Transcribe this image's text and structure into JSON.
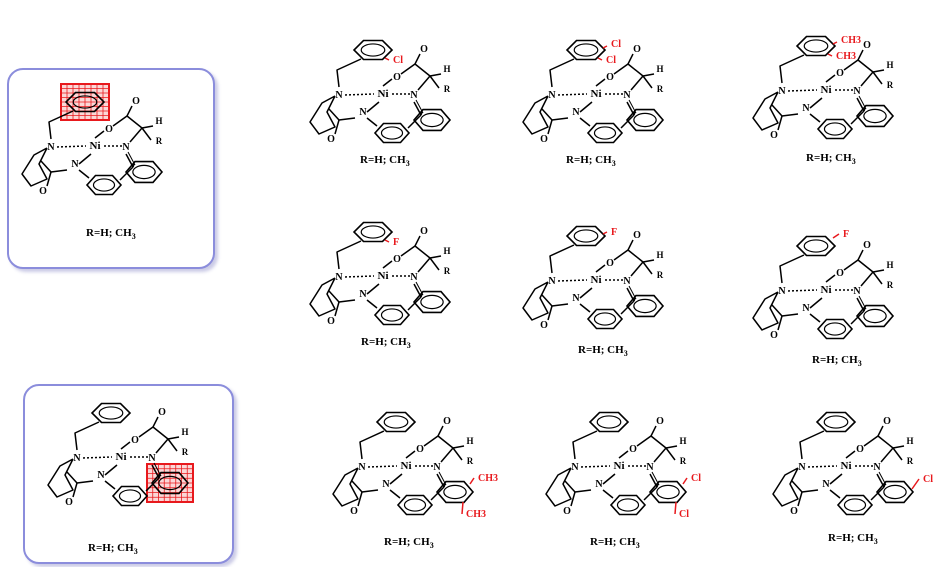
{
  "atoms": {
    "ni": "Ni",
    "n": "N",
    "o": "O",
    "h": "H",
    "r": "R"
  },
  "caption": {
    "main": "R=H; CH",
    "sub": "3"
  },
  "templates": [
    {
      "id": "tpl-1",
      "highlight": "benzyl-ring"
    },
    {
      "id": "tpl-2",
      "highlight": "phenyl-ring"
    }
  ],
  "compounds": [
    {
      "id": "c1",
      "substituents": [
        {
          "label": "Cl",
          "site": "benzyl-ortho"
        }
      ]
    },
    {
      "id": "c2",
      "substituents": [
        {
          "label": "Cl",
          "site": "benzyl-meta"
        },
        {
          "label": "Cl",
          "site": "benzyl-ortho"
        }
      ]
    },
    {
      "id": "c3",
      "substituents": [
        {
          "label": "CH3",
          "site": "benzyl-meta"
        },
        {
          "label": "CH3",
          "site": "benzyl-ortho"
        }
      ]
    },
    {
      "id": "c4",
      "substituents": [
        {
          "label": "F",
          "site": "benzyl-ortho"
        }
      ]
    },
    {
      "id": "c5",
      "substituents": [
        {
          "label": "F",
          "site": "benzyl-meta"
        }
      ]
    },
    {
      "id": "c6",
      "substituents": [
        {
          "label": "F",
          "site": "benzyl-para"
        }
      ]
    },
    {
      "id": "c7",
      "substituents": [
        {
          "label": "CH3",
          "site": "phenyl-ortho"
        },
        {
          "label": "CH3",
          "site": "phenyl-para"
        }
      ]
    },
    {
      "id": "c8",
      "substituents": [
        {
          "label": "Cl",
          "site": "phenyl-ortho"
        },
        {
          "label": "Cl",
          "site": "phenyl-para"
        }
      ]
    },
    {
      "id": "c9",
      "substituents": [
        {
          "label": "Cl",
          "site": "phenyl-meta"
        }
      ]
    }
  ],
  "colors": {
    "substituent": "#e8191d",
    "frame": "#8b8ddc",
    "highlight": "#e8191d",
    "highlight_fill": "#fbd7d7"
  }
}
